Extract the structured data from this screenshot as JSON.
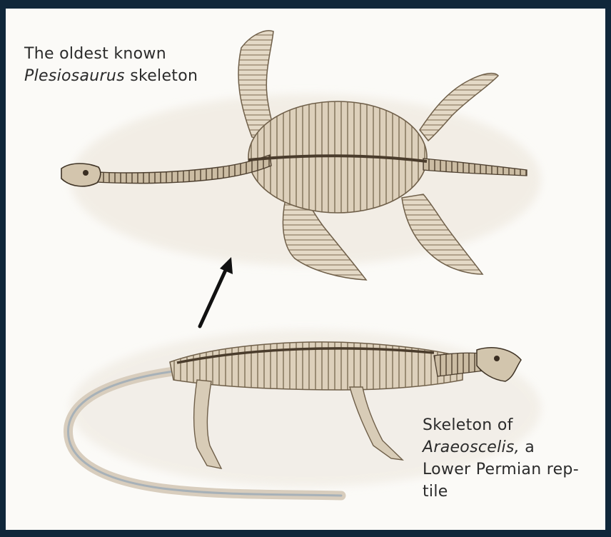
{
  "captions": {
    "top": {
      "line1": "The oldest known",
      "italic": "Plesiosaurus",
      "rest": "skeleton"
    },
    "bottom": {
      "line1": "Skeleton of",
      "italic": "Araeoscelis,",
      "rest": "a",
      "line3": "Lower Permian rep-",
      "line4": "tile"
    }
  },
  "colors": {
    "border": "#10273a",
    "background": "#fbfaf7",
    "bone": "#e2d6c3",
    "bone_dark": "#7a6a55",
    "arrow": "#111111"
  }
}
